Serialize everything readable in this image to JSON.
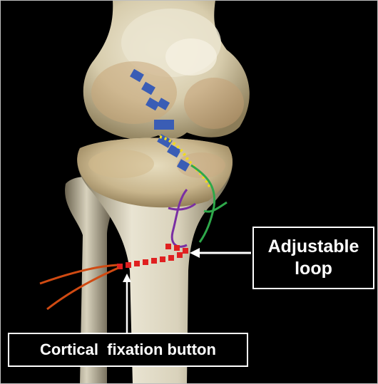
{
  "labels": {
    "adjustable_loop_line1": "Adjustable",
    "adjustable_loop_line2": "loop",
    "cortical_fixation_button": "Cortical  fixation button"
  },
  "colors": {
    "background": "#000000",
    "bone_light": "#e8e3cf",
    "bone_shadow": "#9c8f6c",
    "femoral_tunnel": "#3a5db5",
    "graft_yellow": "#f2dc1a",
    "suture_green": "#2ea84a",
    "suture_purple": "#7a2fa3",
    "cortical_button": "#e02020",
    "fixation_strands": "#d04a12",
    "pointer_arrow": "#ffffff",
    "callout_border": "#ffffff"
  }
}
